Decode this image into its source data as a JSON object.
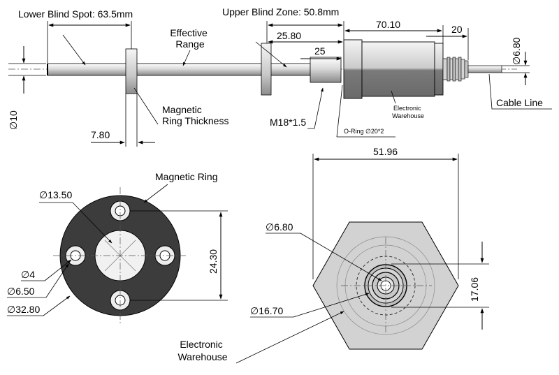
{
  "colors": {
    "metal_light": "#e9e9e9",
    "metal_mid": "#b8b8b8",
    "metal_dark": "#6f6f6f",
    "ring_dark": "#3c3c3c",
    "hex_fill": "#d2d2d2"
  },
  "side_view": {
    "lower_blind_spot": "Lower Blind Spot: 63.5mm",
    "upper_blind_zone": "Upper Blind Zone: 50.8mm",
    "effective_range": "Effective\nRange",
    "dim_25_80": "25.80",
    "dim_70_10": "70.10",
    "dim_25": "25",
    "dim_20": "20",
    "dim_6_80": "∅6.80",
    "dim_10": "∅10",
    "magnetic_ring_thickness": "Magnetic\nRing Thickness",
    "dim_7_80": "7.80",
    "thread": "M18*1.5",
    "o_ring": "O-Ring ∅20*2",
    "electronic_warehouse": "Electronic\nWarehouse",
    "cable_line": "Cable Line"
  },
  "ring_view": {
    "title": "Magnetic Ring",
    "dim_13_50": "∅13.50",
    "dim_4": "∅4",
    "dim_6_50": "∅6.50",
    "dim_32_80": "∅32.80",
    "dim_24_30": "24.30"
  },
  "hex_view": {
    "dim_51_96": "51.96",
    "dim_6_80": "∅6.80",
    "dim_16_70": "∅16.70",
    "dim_17_06": "17.06",
    "electronic_warehouse": "Electronic\nWarehouse"
  }
}
